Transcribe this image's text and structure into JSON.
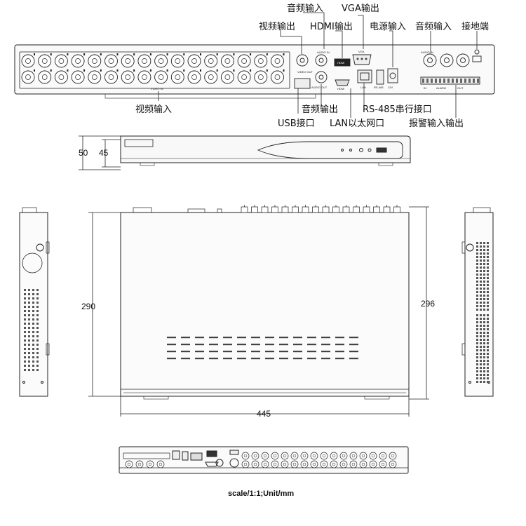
{
  "rear_panel": {
    "callouts": {
      "audio_in_top": "音频输入",
      "vga": "VGA输出",
      "video_out": "视频输出",
      "hdmi": "HDMI输出",
      "power_in": "电源输入",
      "audio_in_right": "音频输入",
      "ground": "接地端",
      "video_in": "视频输入",
      "audio_out": "音频输出",
      "usb": "USB接口",
      "rs485": "RS-485串行接口",
      "lan": "LAN以太网口",
      "alarm": "报警输入输出"
    },
    "silkscreen": {
      "audio_in": "AUDIO IN",
      "vga": "VGA",
      "video_out": "VIDEO OUT",
      "hdmi_logo": "HDMI",
      "hdmi": "HDMI",
      "lan": "LAN",
      "rs485": "RS-485",
      "power": "12V",
      "audio_out": "AUDIO OUT",
      "video_in": "VIDEO IN",
      "audio_in_r": "AUDIO IN",
      "alarm_in": "IN",
      "alarm": "ALARM",
      "alarm_out": "OUT"
    }
  },
  "front_view": {
    "dim_outer": "50",
    "dim_inner": "45"
  },
  "top_view": {
    "dim_depth_left": "290",
    "dim_depth_right": "296",
    "dim_width": "445"
  },
  "footer": {
    "scale_note": "scale/1:1;Unit/mm"
  }
}
